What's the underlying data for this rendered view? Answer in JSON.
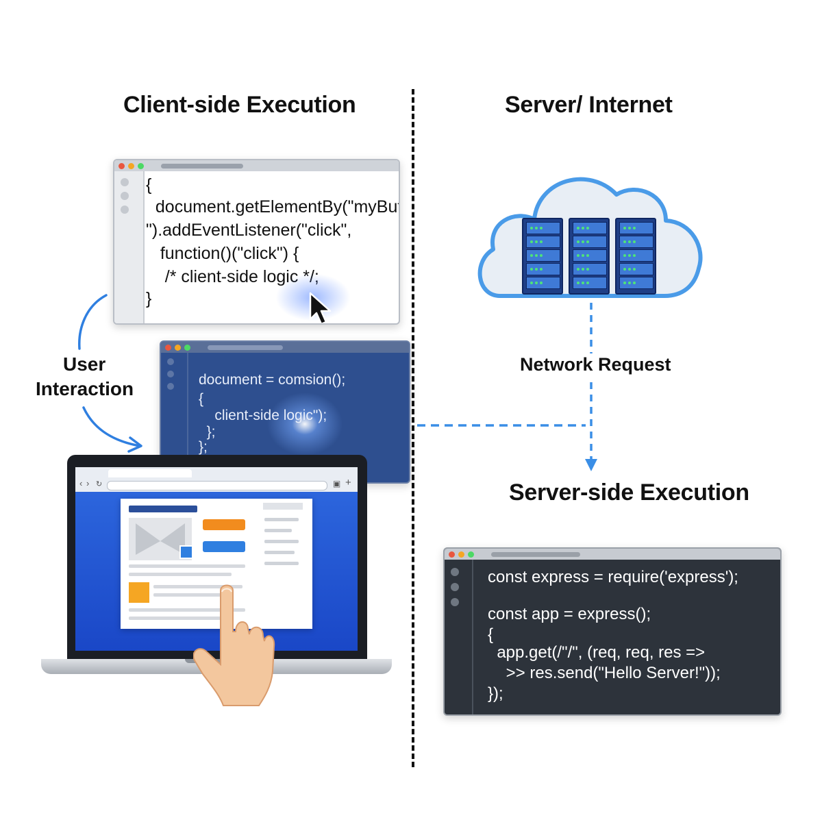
{
  "headings": {
    "client": "Client-side Execution",
    "server": "Server/ Internet",
    "server_exec": "Server-side Execution"
  },
  "labels": {
    "user_interaction_line1": "User",
    "user_interaction_line2": "Interaction",
    "network_request": "Network Request"
  },
  "client_code": {
    "lines": [
      "{",
      "  document.getElementBy(\"myButt",
      "\").addEventListener(\"click\",",
      "   function()(\"click\") {",
      "    /* client-side logic */;",
      "}"
    ]
  },
  "client_code_2": {
    "lines": [
      "document = comsion();",
      "{",
      "    client-side logic\");",
      "  };",
      "};"
    ]
  },
  "server_code": {
    "lines": [
      "const express = require('express');",
      "",
      "const app = express();",
      "{",
      "  app.get(/\"/\", (req, req, res =>",
      "    >> res.send(\"Hello Server!\"));",
      "});"
    ]
  },
  "colors": {
    "accent_blue": "#2f7fe0",
    "dashed_arrow": "#3a8ee6",
    "cloud_fill": "#e8eef5",
    "cloud_stroke": "#4a9be8"
  },
  "icons": [
    "cursor-arrow-icon",
    "pointing-hand-icon",
    "server-rack-icon",
    "cloud-icon",
    "laptop-icon"
  ]
}
